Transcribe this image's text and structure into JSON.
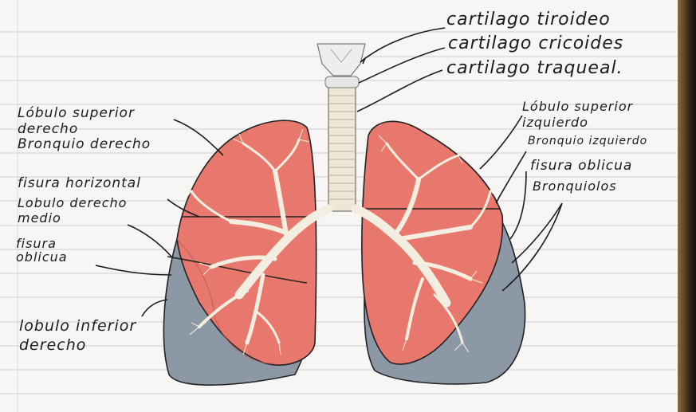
{
  "labels": {
    "cartilago_tiroideo": "cartilago tiroideo",
    "cartilago_cricoides": "cartilago cricoides",
    "cartilago_traqueal": "cartilago traqueal.",
    "lobulo_superior_derecho": "Lóbulo superior derecho",
    "bronquio_derecho": "Bronquio derecho",
    "lobulo_superior_izquierdo": "Lóbulo superior izquierdo",
    "bronquio_izquierdo": "Bronquio izquierdo",
    "fisura_horizontal": "fisura horizontal",
    "fisura_oblicua_izq": "fisura oblicua",
    "bronquiolos": "Bronquiolos",
    "lobulo_derecho_medio": "Lobulo derecho medio",
    "fisura_oblicua_der": "fisura oblicua",
    "lobulo_inferior_derecho": "lobulo inferior derecho"
  },
  "colors": {
    "upper_lobe": "#e8776e",
    "lower_lobe": "#8d98a6",
    "bronchi": "#f4eee0",
    "ink": "#1b1b22"
  }
}
